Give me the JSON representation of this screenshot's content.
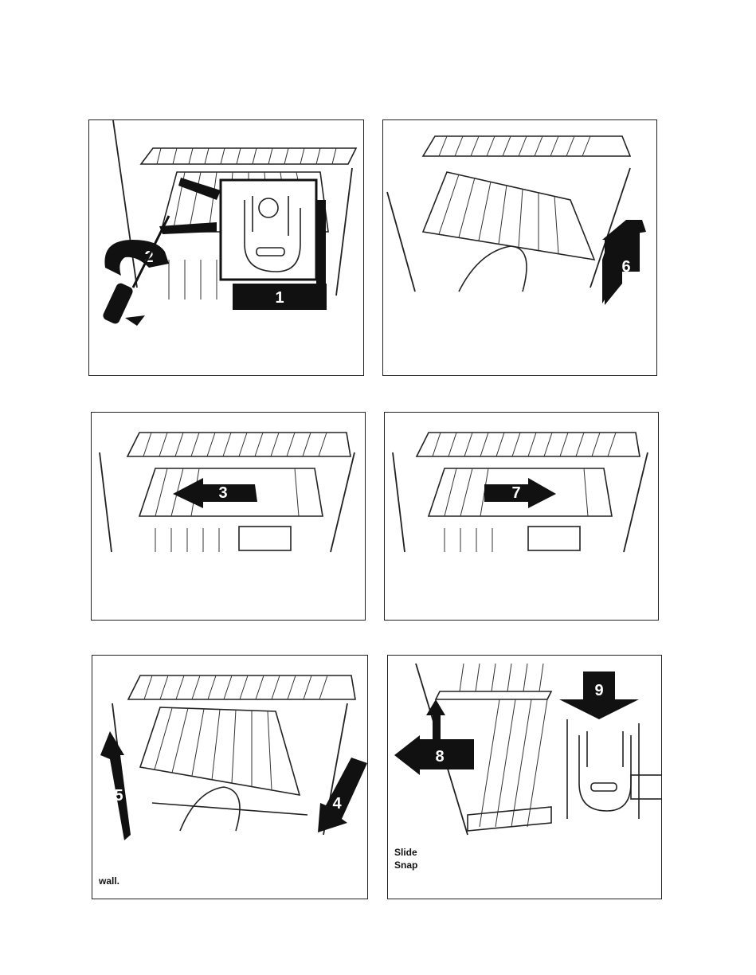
{
  "panels": [
    {
      "id": "p1",
      "step_labels": [
        "1",
        "2"
      ],
      "caption": []
    },
    {
      "id": "p2",
      "step_labels": [
        "6"
      ],
      "caption": []
    },
    {
      "id": "p3",
      "step_labels": [
        "3"
      ],
      "caption": []
    },
    {
      "id": "p4",
      "step_labels": [
        "7"
      ],
      "caption": []
    },
    {
      "id": "p5",
      "step_labels": [
        "5",
        "4"
      ],
      "caption": [
        "wall."
      ]
    },
    {
      "id": "p6",
      "step_labels": [
        "9",
        "8"
      ],
      "caption": [
        "Slide",
        "Snap"
      ]
    }
  ],
  "colors": {
    "ink": "#111111",
    "paper": "#ffffff"
  },
  "icons": [
    "screwdriver-icon",
    "rotation-arrow-icon",
    "shelf-bracket-icon",
    "hand-icon",
    "arrow-icon"
  ]
}
